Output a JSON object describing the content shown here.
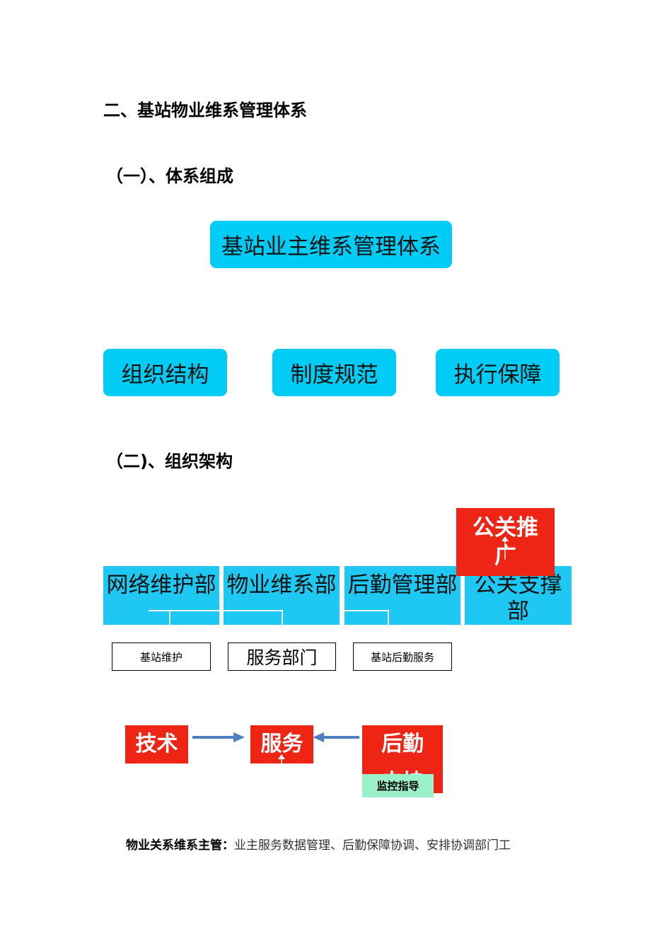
{
  "headings": {
    "main": "二、基站物业维系管理体系",
    "sub1": "（一）、体系组成",
    "sub2": "（二)、组织架构"
  },
  "system": {
    "top": "基站业主维系管理体系",
    "parts": [
      "组织结构",
      "制度规范",
      "执行保障"
    ]
  },
  "org": {
    "depts": [
      "网络维护部",
      "物业维系部",
      "后勤管理部",
      "公关支撑部"
    ],
    "pr_box": "公关推广",
    "sub_units": [
      "基站维护",
      "服务部门",
      "基站后勤服务"
    ]
  },
  "flow": {
    "tech": "技术",
    "service": "服务",
    "logistics": "后勤支持",
    "monitor": "监控指导"
  },
  "footer": {
    "label": "物业关系维系主管：",
    "text": "业主服务数据管理、后勤保障协调、安排协调部门工"
  },
  "colors": {
    "cyan": "#00ccf5",
    "red": "#ee2515",
    "arrow": "#4f7fc1",
    "monitor_green": "#9af0c8"
  }
}
